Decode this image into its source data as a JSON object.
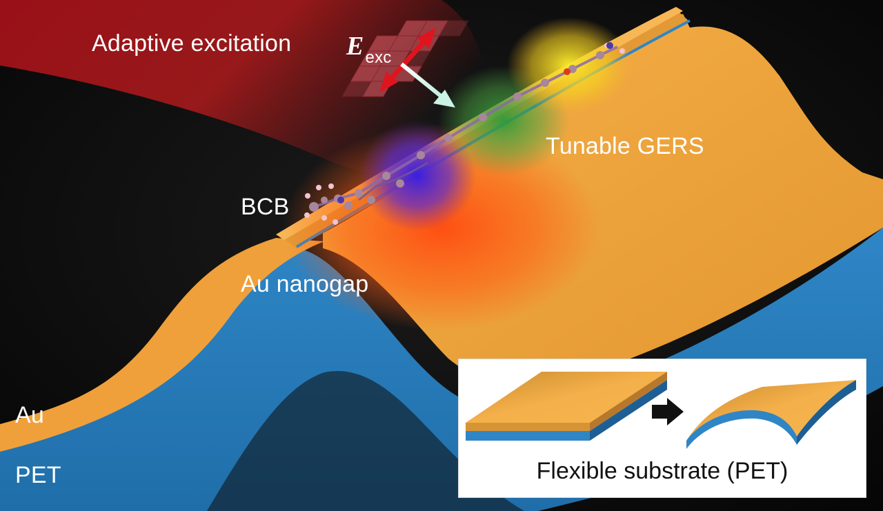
{
  "labels": {
    "adaptive_excitation": "Adaptive excitation",
    "field_symbol": "E",
    "field_subscript": "exc",
    "tunable_gers": "Tunable GERS",
    "bcb": "BCB",
    "au_nanogap": "Au nanogap",
    "au": "Au",
    "pet": "PET"
  },
  "inset": {
    "caption": "Flexible substrate (PET)"
  },
  "colors": {
    "background": "#0b0b0b",
    "gold": "#f2a43c",
    "gold_dark": "#c7852a",
    "pet_blue": "#2f86c6",
    "pet_blue_dark": "#1d5f94",
    "laser_red": "#c01a1a",
    "spot_blue": "#3a2bd6",
    "spot_green": "#2f9a3a",
    "spot_yellow": "#f5e12a",
    "spot_orange": "#ff5a10"
  }
}
